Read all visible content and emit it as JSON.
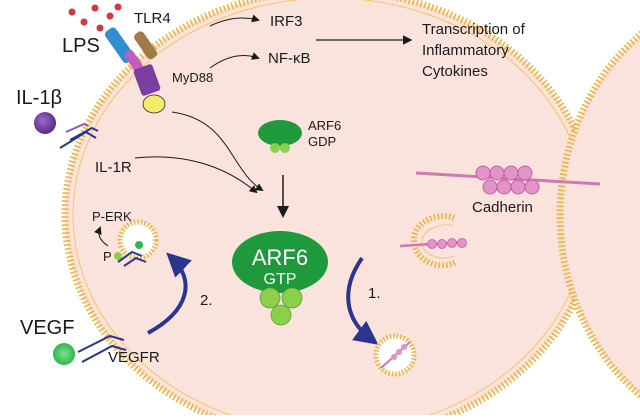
{
  "labels": {
    "lps": "LPS",
    "tlr4": "TLR4",
    "myd88": "MyD88",
    "irf3": "IRF3",
    "nfkb": "NF-κB",
    "transcription_line1": "Transcription of",
    "transcription_line2": "Inflammatory",
    "transcription_line3": "Cytokines",
    "il1b": "IL-1β",
    "il1r": "IL-1R",
    "arf6_gdp_line1": "ARF6",
    "arf6_gdp_line2": "GDP",
    "arf6_gtp_line1": "ARF6",
    "arf6_gtp_line2": "GTP",
    "cadherin": "Cadherin",
    "perk": "P-ERK",
    "p": "P",
    "step1": "1.",
    "step2": "2.",
    "vegf": "VEGF",
    "vegfr": "VEGFR"
  },
  "colors": {
    "cell_fill": "#fbe3dd",
    "membrane": "#f2b23c",
    "arf6_green": "#1e9a3c",
    "gtp_green": "#8ccf4a",
    "arrow_blue": "#2a3590",
    "cadherin_pink": "#d077b4",
    "lps_red": "#d9363e",
    "tlr4_blue": "#2f8fd0",
    "tlr4_brown": "#a07a4a",
    "myd88_purple": "#7a3fa0",
    "myd88_yellow": "#f4ea6e",
    "il1b_purple": "#6a3a98",
    "vegf_green": "#2eb84e"
  }
}
